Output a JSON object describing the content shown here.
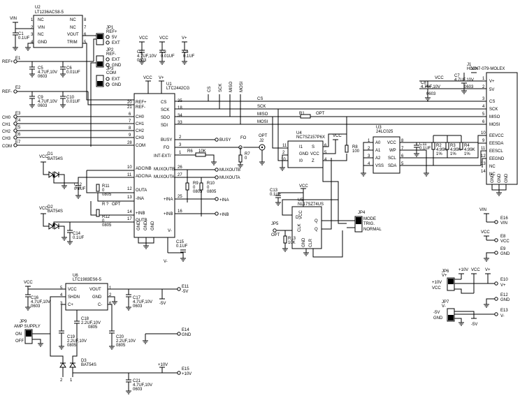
{
  "u2": {
    "ref": "U2",
    "part": "LT1236ACS8-5",
    "pins": [
      {
        "num": "1",
        "name": "NC"
      },
      {
        "num": "2",
        "name": "VIN"
      },
      {
        "num": "3",
        "name": "NC"
      },
      {
        "num": "4",
        "name": "GND"
      },
      {
        "num": "8",
        "name": "NC"
      },
      {
        "num": "7",
        "name": "NC"
      },
      {
        "num": "6",
        "name": "VOUT"
      },
      {
        "num": "5",
        "name": "TRIM"
      }
    ]
  },
  "c1": {
    "ref": "C1",
    "value": "0.1UF"
  },
  "vin_label": "VIN",
  "jp1": {
    "ref": "JP1",
    "label": "REF+",
    "a": "5V",
    "b": "EXT"
  },
  "jp2": {
    "ref": "JP2",
    "label": "REF-",
    "a": "EXT",
    "b": "GND"
  },
  "jp3": {
    "ref": "JP3",
    "label": "COM",
    "a": "EXT",
    "b": "GND"
  },
  "top_caps": [
    {
      "ref": "C2",
      "value": "4.7UF,10V",
      "pkg": "0603",
      "rail": "VCC"
    },
    {
      "ref": "C3",
      "value": "0.01UF",
      "pkg": "",
      "rail": "VCC"
    },
    {
      "ref": "C4",
      "value": "0.1UF",
      "pkg": "",
      "rail": "V+"
    }
  ],
  "e1": {
    "ref": "E1",
    "net": "REF+"
  },
  "e2": {
    "ref": "E2",
    "net": "REF-"
  },
  "c5": {
    "ref": "C5",
    "value": "4.7UF,10V",
    "pkg": "0603"
  },
  "c6": {
    "ref": "C6",
    "value": "0.01UF"
  },
  "c9": {
    "ref": "C9",
    "value": "4.7UF,10V",
    "pkg": "0603"
  },
  "c10": {
    "ref": "C10",
    "value": "0.01UF"
  },
  "channels": [
    {
      "ref": "E3",
      "net": "CH0"
    },
    {
      "ref": "E4",
      "net": "CH1"
    },
    {
      "ref": "E5",
      "net": "CH2"
    },
    {
      "ref": "E6",
      "net": "CH3"
    },
    {
      "ref": "E7",
      "net": "COM"
    }
  ],
  "u1": {
    "ref": "U1",
    "part": "LTC2442CG",
    "top_vcc": "VCC",
    "top_vplus": "V+",
    "left_pins": [
      {
        "num": "20",
        "name": "REF+"
      },
      {
        "num": "21",
        "name": "REF-"
      },
      {
        "num": "6",
        "name": "CH0"
      },
      {
        "num": "7",
        "name": "CH1"
      },
      {
        "num": "8",
        "name": "CH2"
      },
      {
        "num": "9",
        "name": "CH3"
      },
      {
        "num": "28",
        "name": "COM"
      },
      {
        "num": "10",
        "name": "ADCINB"
      },
      {
        "num": "11",
        "name": "ADCINA"
      },
      {
        "num": "12",
        "name": "OUTA"
      },
      {
        "num": "13",
        "name": "-INA"
      },
      {
        "num": "14",
        "name": "+INB"
      },
      {
        "num": "17",
        "name": "OUTB"
      }
    ],
    "right_pins": [
      {
        "num": "35",
        "name": "CS"
      },
      {
        "num": "18",
        "name": "SCK"
      },
      {
        "num": "34",
        "name": "SDO"
      },
      {
        "num": "33",
        "name": "SDI"
      },
      {
        "num": "2",
        "name": "BUSY"
      },
      {
        "num": "3",
        "name": "FO"
      },
      {
        "num": "1",
        "name": "INT-EXT/"
      },
      {
        "num": "26",
        "name": "MUXOUTB"
      },
      {
        "num": "27",
        "name": "MUXOUTA"
      },
      {
        "num": "25",
        "name": "+INA"
      },
      {
        "num": "16",
        "name": "+INB"
      }
    ],
    "bottom_pins": [
      "GND",
      "GND",
      "GND",
      "V-"
    ]
  },
  "bus_labels": {
    "cs": "CS",
    "sck": "SCK",
    "miso": "MISO",
    "mosi": "MOSI"
  },
  "net_cs": "CS",
  "net_sck": "SCK",
  "net_miso": "MISO",
  "net_sdi": "MOSI",
  "r1": {
    "ref": "R1",
    "value": "OPT"
  },
  "busy_net": "BUSY",
  "fo_net": "FO",
  "r6": {
    "ref": "R6",
    "value": "10K"
  },
  "r7": {
    "ref": "R7",
    "value": "0"
  },
  "j2": {
    "ref": "J2",
    "label": "OPT"
  },
  "u4": {
    "ref": "U4",
    "part": "NC7SZ157P6X",
    "pins": [
      {
        "num": "11",
        "name": "I1"
      },
      {
        "num": "2",
        "name": "GND"
      },
      {
        "num": "10",
        "name": "I0"
      },
      {
        "num": "6",
        "name": "S"
      },
      {
        "num": "5",
        "name": "VCC"
      },
      {
        "num": "4",
        "name": "Z"
      }
    ],
    "rail": "VCC"
  },
  "r8": {
    "ref": "R8",
    "value": "100"
  },
  "u3": {
    "ref": "U3",
    "part": "24LC025",
    "pins": [
      {
        "num": "1",
        "name": "A0"
      },
      {
        "num": "2",
        "name": "A1"
      },
      {
        "num": "3",
        "name": "A2"
      },
      {
        "num": "4",
        "name": "VSS"
      },
      {
        "num": "8",
        "name": "VCC"
      },
      {
        "num": "7",
        "name": "WP"
      },
      {
        "num": "6",
        "name": "SCL"
      },
      {
        "num": "5",
        "name": "SDA"
      }
    ]
  },
  "c11": {
    "ref": "C11",
    "value": "0.1UF"
  },
  "r2": {
    "ref": "R2",
    "value": "4.99K",
    "tol": "1%"
  },
  "r3": {
    "ref": "R3",
    "value": "4.99K",
    "tol": "1%"
  },
  "r4": {
    "ref": "R4",
    "value": "4.99K",
    "tol": "1%"
  },
  "c8": {
    "ref": "C8",
    "value": "4.7UF,10V",
    "pkg": "0603",
    "rail": "VCC"
  },
  "c7": {
    "ref": "C7",
    "value": "4.7UF,10V",
    "pkg": "0603",
    "rail": "VIN"
  },
  "j1": {
    "ref": "J1",
    "part": "HD2X7-079-MOLEX",
    "pins": [
      {
        "num": "1",
        "name": "V+"
      },
      {
        "num": "2",
        "name": "5V"
      },
      {
        "num": "3",
        "name": "CS"
      },
      {
        "num": "4",
        "name": "SCK"
      },
      {
        "num": "5",
        "name": "MISO"
      },
      {
        "num": "6",
        "name": "MOSI"
      },
      {
        "num": "10",
        "name": "EEVCC"
      },
      {
        "num": "9",
        "name": "EESDA"
      },
      {
        "num": "11",
        "name": "EESCL"
      },
      {
        "num": "12",
        "name": "EEGND"
      },
      {
        "num": "13",
        "name": "NC"
      },
      {
        "num": "14",
        "name": "NC"
      }
    ],
    "bottom": [
      "GND",
      "GND",
      "GND"
    ]
  },
  "muxoutb": "MUXOUTB",
  "muxouta": "MUXOUTA",
  "r9": {
    "ref": "R9",
    "value": "0",
    "pkg": "0805"
  },
  "r10": {
    "ref": "R10",
    "value": "0",
    "pkg": "0805"
  },
  "plus_ina": "+INA",
  "plus_inb": "+INB",
  "d1": {
    "ref": "D1",
    "part": "BAT54S"
  },
  "d2": {
    "ref": "D2",
    "part": "BAT54S"
  },
  "c12": {
    "ref": "C12",
    "value": "0.1UF"
  },
  "c14": {
    "ref": "C14",
    "value": "0.1UF"
  },
  "r11": {
    "ref": "R11",
    "value": "0",
    "pkg": "0805"
  },
  "r12": {
    "ref": "R12",
    "value": "0",
    "pkg": "0805"
  },
  "ropt": {
    "ref": "R ?",
    "value": "OPT"
  },
  "c15": {
    "ref": "C15",
    "value": "0.1UF"
  },
  "vminus": "V-",
  "c13": {
    "ref": "C13",
    "value": "0.1UF"
  },
  "u5": {
    "ref": "U5",
    "part": "NL17SZ74US",
    "pins": [
      "VCC",
      "D",
      "Q",
      "CLK",
      "GND",
      "CLR",
      "Q"
    ]
  },
  "jp5": {
    "ref": "JP5",
    "label": "OPT"
  },
  "r13": {
    "ref": "R13",
    "value": "10K"
  },
  "jp4": {
    "ref": "JP4",
    "label": "MODE",
    "a": "TRIG.",
    "b": "NORMAL"
  },
  "right_terms": [
    {
      "ref": "E16",
      "net": "VIN",
      "rail": "VIN"
    },
    {
      "ref": "E8",
      "net": "VCC",
      "rail": "VCC"
    },
    {
      "ref": "E9",
      "net": "GND",
      "rail": ""
    }
  ],
  "jp6": {
    "ref": "JP6",
    "label": "V+",
    "a": "+10V",
    "b": "VCC",
    "rail1": "+10V",
    "rail2": "VCC",
    "rail3": "V+"
  },
  "e10": {
    "ref": "E10",
    "net": "V+"
  },
  "e12": {
    "ref": "E12",
    "net": "GND"
  },
  "jp7": {
    "ref": "JP7",
    "label": "V-",
    "a": "-5V",
    "b": "GND",
    "rail": "-5V"
  },
  "e13": {
    "ref": "E13",
    "net": "V-"
  },
  "u6": {
    "ref": "U6",
    "part": "LTC1983ES6-5",
    "pins": [
      {
        "num": "5",
        "name": "VCC"
      },
      {
        "num": "4",
        "name": "SHDN"
      },
      {
        "num": "3",
        "name": "C+"
      },
      {
        "num": "1",
        "name": "VOUT"
      },
      {
        "num": "2",
        "name": "GND"
      },
      {
        "num": "6",
        "name": "C-"
      }
    ]
  },
  "c16": {
    "ref": "C16",
    "value": "4.7UF,10V",
    "pkg": "0603",
    "rail": "VCC"
  },
  "c17": {
    "ref": "C17",
    "value": "4.7UF,10V",
    "pkg": "0603"
  },
  "e11": {
    "ref": "E11",
    "net": "-5V",
    "rail": "-5V"
  },
  "jp9": {
    "ref": "JP9",
    "label": "AMP SUPPLY",
    "a": "ON",
    "b": "OFF"
  },
  "c18": {
    "ref": "C18",
    "value": "2.2UF,10V",
    "pkg": "0805"
  },
  "c19": {
    "ref": "C19",
    "value": "2.2UF,10V",
    "pkg": "0805"
  },
  "c20": {
    "ref": "C20",
    "value": "2.2UF,10V",
    "pkg": "0805"
  },
  "e14": {
    "ref": "E14",
    "net": "GND"
  },
  "d3": {
    "ref": "D3",
    "part": "BAT54S"
  },
  "plus10v": "+10V",
  "e15": {
    "ref": "E15",
    "net": "+10V"
  },
  "c21": {
    "ref": "C21",
    "value": "4.7UF,10V",
    "pkg": "0603"
  }
}
